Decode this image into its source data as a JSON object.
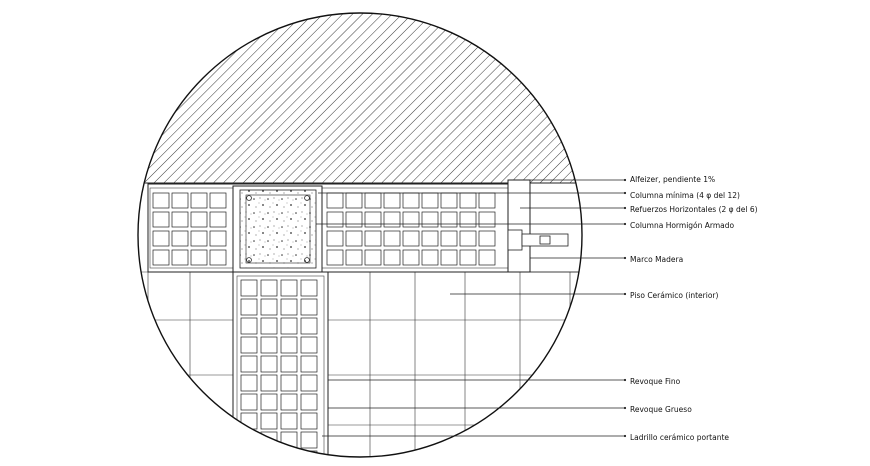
{
  "drawing": {
    "labels": [
      "Alfeizer, pendiente 1%",
      "Columna mínima (4 φ del 12)",
      "Refuerzos Horizontales (2 φ del 6)",
      "Columna Hormigón Armado",
      "Marco Madera",
      "Piso Cerámico (interior)",
      "Revoque Fino",
      "Revoque Grueso",
      "Ladrillo cerámico portante"
    ]
  }
}
